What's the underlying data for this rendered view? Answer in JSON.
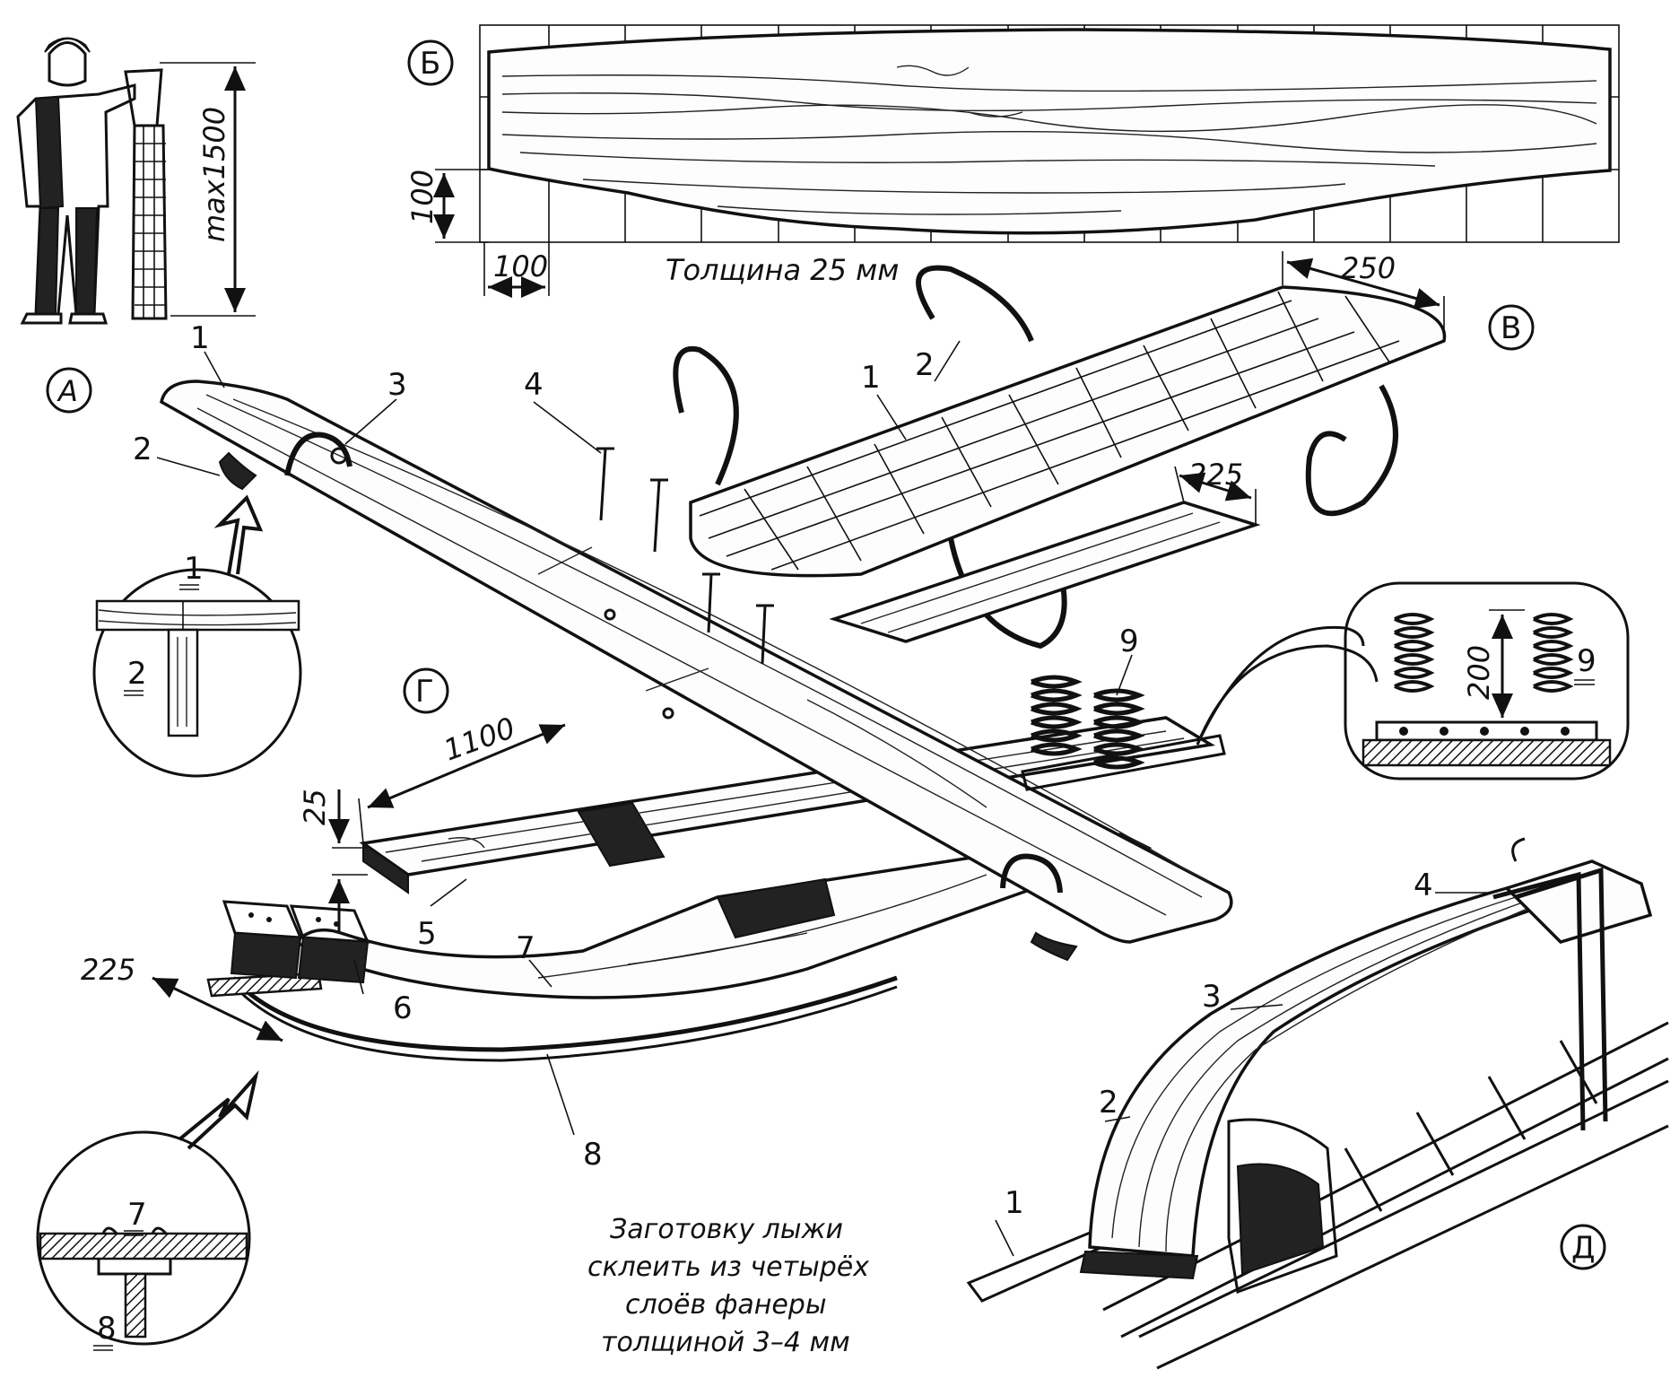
{
  "figure": {
    "views": {
      "A": "А",
      "B": "Б",
      "V": "В",
      "G": "Г",
      "D": "Д"
    },
    "view_a": {
      "dimension": "max1500",
      "part_labels": [
        "1",
        "2"
      ]
    },
    "view_b": {
      "dim_height": "100",
      "dim_cell": "100",
      "thickness_note": "Толщина 25 мм"
    },
    "view_v": {
      "dim_length": "250",
      "part_labels": [
        "1",
        "2"
      ]
    },
    "view_g": {
      "dim_225_top": "225",
      "dim_1100": "1100",
      "dim_25": "25",
      "dim_225_ski": "225",
      "dim_200": "200",
      "part_labels": [
        "1",
        "2",
        "3",
        "4",
        "5",
        "6",
        "7",
        "8",
        "9"
      ],
      "detail_labels": [
        "1",
        "2",
        "7",
        "8",
        "9"
      ]
    },
    "view_d": {
      "part_labels": [
        "1",
        "2",
        "3",
        "4"
      ]
    },
    "note": {
      "lines": [
        "Заготовку лыжи",
        "склеить из четырёх",
        "слоёв фанеры",
        "толщиной 3–4 мм"
      ]
    }
  }
}
